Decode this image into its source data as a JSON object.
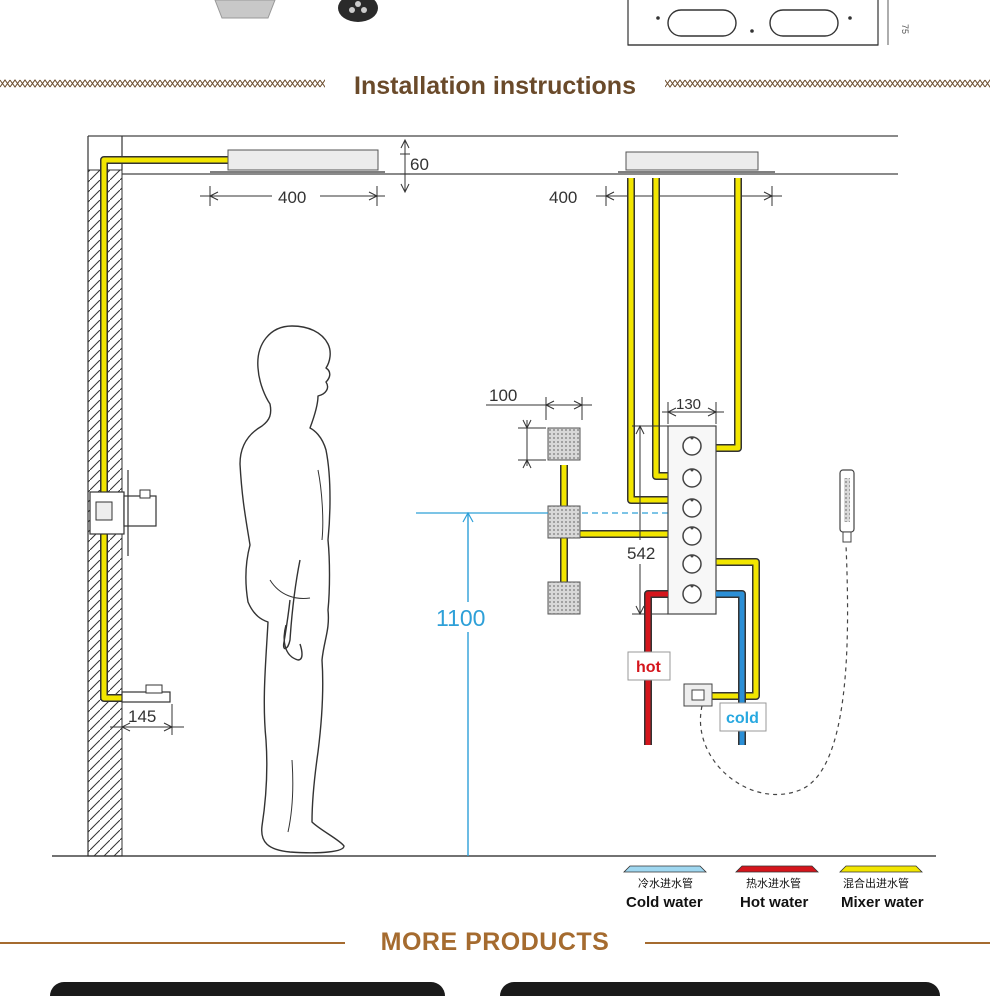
{
  "header": {
    "title": "Installation instructions"
  },
  "dimensions": {
    "ceiling_recess": "60",
    "left_head_width": "400",
    "right_head_width": "400",
    "side_spray_spacing": "100",
    "panel_width": "130",
    "panel_height": "542",
    "valve_height": "1100",
    "spout_depth": "145",
    "top_product_depth": "75"
  },
  "labels": {
    "hot": "hot",
    "cold": "cold"
  },
  "legend": [
    {
      "cn": "冷水进水管",
      "en": "Cold water",
      "color": "#9fd7f0"
    },
    {
      "cn": "热水进水管",
      "en": "Hot water",
      "color": "#d4151c"
    },
    {
      "cn": "混合出进水管",
      "en": "Mixer water",
      "color": "#f2e600"
    }
  ],
  "footer": {
    "title": "MORE PRODUCTS"
  },
  "colors": {
    "heading": "#6a4a2a",
    "more_products": "#a56b2f",
    "pipe_mixer": "#f2e600",
    "pipe_hot": "#d4151c",
    "pipe_cold": "#2b8fd6",
    "dimension_blue": "#2ea0d8"
  }
}
